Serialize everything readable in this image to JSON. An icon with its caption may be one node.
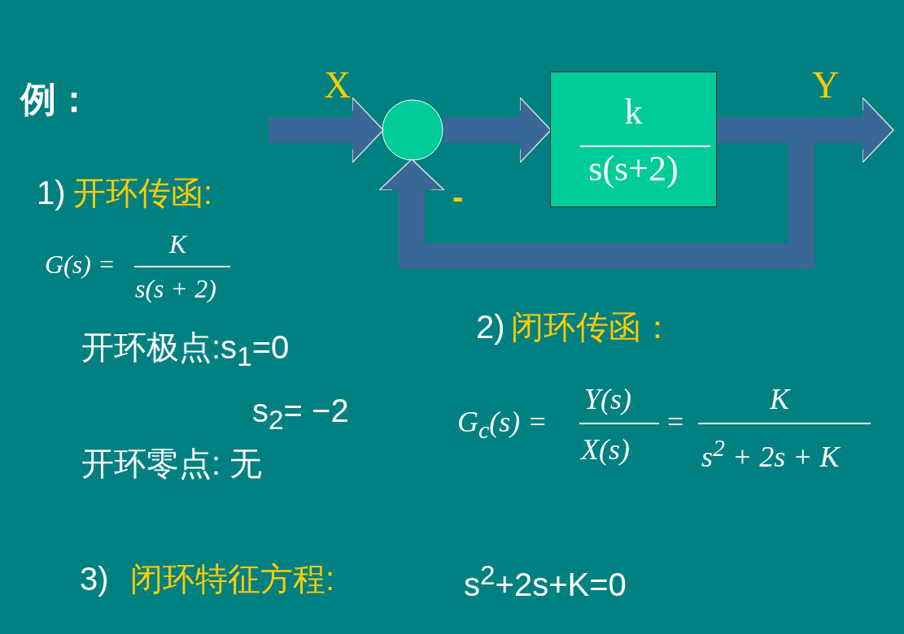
{
  "diagram": {
    "nodes": [
      {
        "text": [],
        "shape": "circle"
      },
      {
        "text": [
          "k",
          "s(s+2)"
        ]
      }
    ],
    "edges": [
      {
        "from": null,
        "to": 0,
        "arrow": "to",
        "label": "X"
      },
      {
        "from": 0,
        "to": 1,
        "arrow": "to"
      },
      {
        "from": 1,
        "to": null,
        "arrow": "to",
        "label": "Y"
      },
      {
        "from": 1,
        "to": 0,
        "arrow": "to"
      }
    ],
    "labels": [
      "例：",
      "1)",
      "开环传函:",
      "G(s) =",
      "K",
      "s(s + 2)",
      "开环极点:s$_{1}$=0",
      "s$_{2}$= −2",
      "开环零点: 无",
      "2)",
      "闭环传函：",
      "G$_{c}$(s) =",
      "Y(s)",
      "X(s)",
      "=",
      "K",
      "s$^{2}$ + 2s + K",
      "3)",
      "闭环特征方程:",
      "s$^{2}$+2s+K=0",
      "-"
    ]
  }
}
